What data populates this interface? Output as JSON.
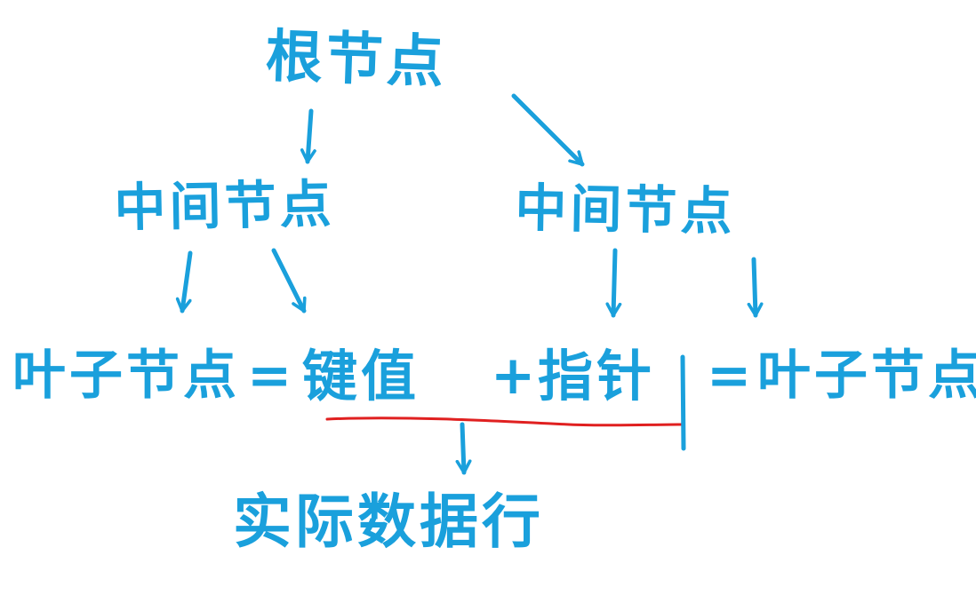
{
  "colors": {
    "ink": "#1aa0dc",
    "underline": "#e02020",
    "background": "#ffffff"
  },
  "nodes": {
    "root": "根节点",
    "middle_left": "中间节点",
    "middle_right": "中间节点",
    "leaf": "叶子节点",
    "equals_1": "=",
    "key_value": "键值",
    "plus": "+",
    "pointer": "指针",
    "equals_2": "=",
    "leaf_2": "叶子节点",
    "data_row": "实际数据行"
  }
}
